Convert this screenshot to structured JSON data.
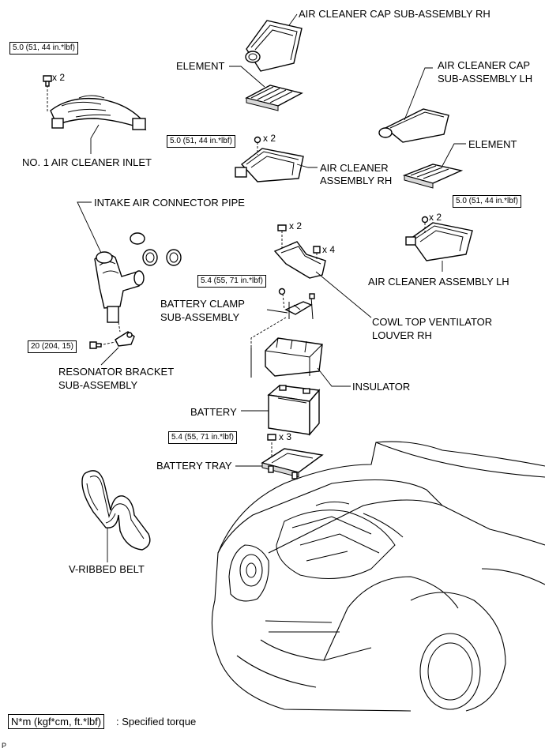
{
  "labels": {
    "cap_rh": "AIR CLEANER CAP SUB-ASSEMBLY RH",
    "element_rh": "ELEMENT",
    "cap_lh_1": "AIR CLEANER CAP",
    "cap_lh_2": "SUB-ASSEMBLY LH",
    "element_lh": "ELEMENT",
    "no1_inlet": "NO. 1 AIR CLEANER INLET",
    "assy_rh_1": "AIR CLEANER",
    "assy_rh_2": "ASSEMBLY RH",
    "intake_pipe": "INTAKE AIR CONNECTOR PIPE",
    "assy_lh": "AIR CLEANER ASSEMBLY LH",
    "battery_clamp_1": "BATTERY CLAMP",
    "battery_clamp_2": "SUB-ASSEMBLY",
    "cowl_1": "COWL TOP VENTILATOR",
    "cowl_2": "LOUVER RH",
    "resonator_1": "RESONATOR BRACKET",
    "resonator_2": "SUB-ASSEMBLY",
    "insulator": "INSULATOR",
    "battery": "BATTERY",
    "battery_tray": "BATTERY TRAY",
    "v_belt": "V-RIBBED BELT"
  },
  "torques": {
    "t1": "5.0 (51, 44 in.*lbf)",
    "t2": "5.0 (51, 44 in.*lbf)",
    "t3": "5.0 (51, 44 in.*lbf)",
    "t4": "5.4 (55, 71 in.*lbf)",
    "t5": "20 (204, 15)",
    "t6": "5.4 (55, 71 in.*lbf)"
  },
  "quantities": {
    "q1": "x 2",
    "q2": "x 2",
    "q3": "x 2",
    "q4": "x 2",
    "q5": "x 4",
    "q6": "x 3"
  },
  "legend": {
    "box": "N*m (kgf*cm, ft.*lbf)",
    "text": ": Specified torque"
  },
  "code": "P"
}
